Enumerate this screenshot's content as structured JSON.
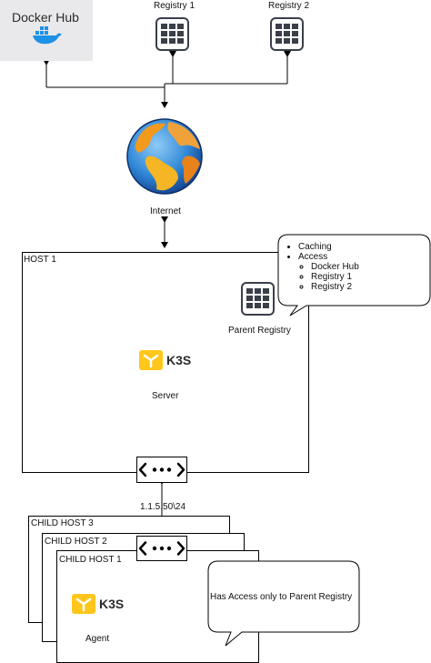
{
  "docker_hub": {
    "label": "Docker Hub"
  },
  "registries": [
    {
      "label": "Registry 1"
    },
    {
      "label": "Registry 2"
    }
  ],
  "internet": {
    "label": "Internet"
  },
  "host1": {
    "label": "HOST 1",
    "parent_registry_label": "Parent Registry",
    "k3s_label": "K3S",
    "role_label": "Server",
    "callout": {
      "items": [
        "Caching",
        "Access"
      ],
      "access_items": [
        "Docker Hub",
        "Registry 1",
        "Registry 2"
      ]
    }
  },
  "network": {
    "label": "1.1.5.50\\24"
  },
  "child_hosts": [
    {
      "label": "CHILD HOST 3"
    },
    {
      "label": "CHILD HOST 2"
    },
    {
      "label": "CHILD HOST 1",
      "k3s_label": "K3S",
      "role_label": "Agent"
    }
  ],
  "child_callout": {
    "text": "Has Access only to Parent Registry"
  },
  "colors": {
    "k3s_yellow": "#ffc61c",
    "docker_blue": "#1d91e6",
    "hub_bg": "#e9e9eb"
  }
}
